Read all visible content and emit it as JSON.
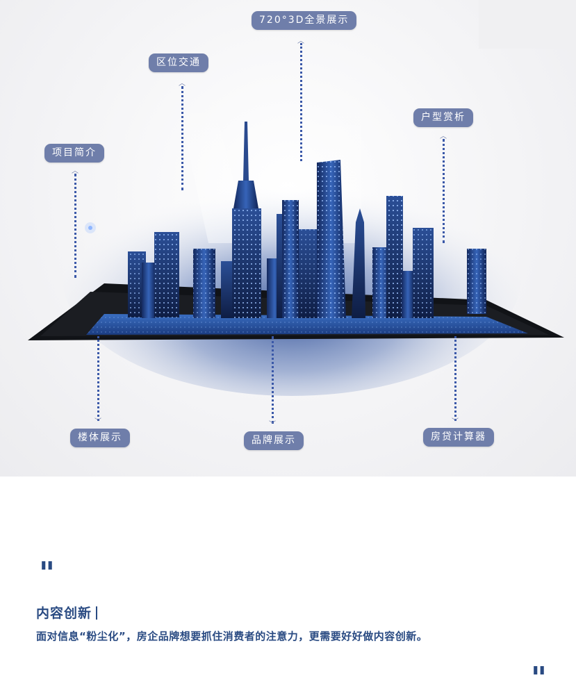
{
  "hero": {
    "labels": {
      "panorama": "720°3D全景展示",
      "location": "区位交通",
      "layout": "户型赏析",
      "project": "项目简介",
      "building": "楼体展示",
      "brand": "品牌展示",
      "mortgage": "房贷计算器"
    }
  },
  "quote": {
    "title": "内容创新",
    "body": "面对信息“粉尘化”，房企品牌想要抓住消费者的注意力，更需要好好做内容创新。"
  },
  "colors": {
    "accent": "#294a82",
    "pill": "#6f7eaa",
    "dots": "#3a58a8"
  }
}
